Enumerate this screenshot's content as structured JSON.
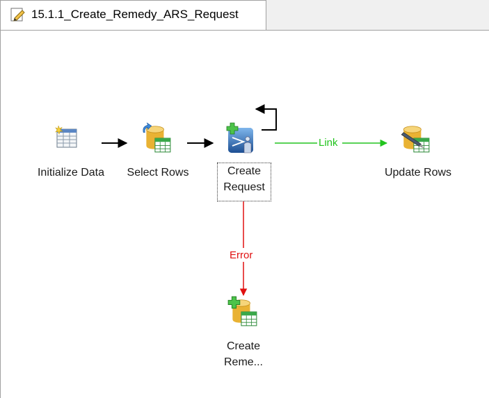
{
  "tab": {
    "title": "15.1.1_Create_Remedy_ARS_Request",
    "icon": "pencil-icon"
  },
  "nodes": {
    "initialize": {
      "label": "Initialize Data",
      "icon": "table-new-icon"
    },
    "select": {
      "label": "Select Rows",
      "icon": "database-select-icon"
    },
    "create_request": {
      "label_line1": "Create",
      "label_line2": "Request",
      "icon": "create-request-icon",
      "selected": true
    },
    "update": {
      "label": "Update Rows",
      "icon": "database-update-icon"
    },
    "create_remedy": {
      "label_line1": "Create",
      "label_line2": "Reme...",
      "icon": "database-create-icon"
    }
  },
  "edges": {
    "link_label": "Link",
    "error_label": "Error",
    "colors": {
      "normal": "#000000",
      "link": "#22c41e",
      "error": "#e01010"
    }
  }
}
